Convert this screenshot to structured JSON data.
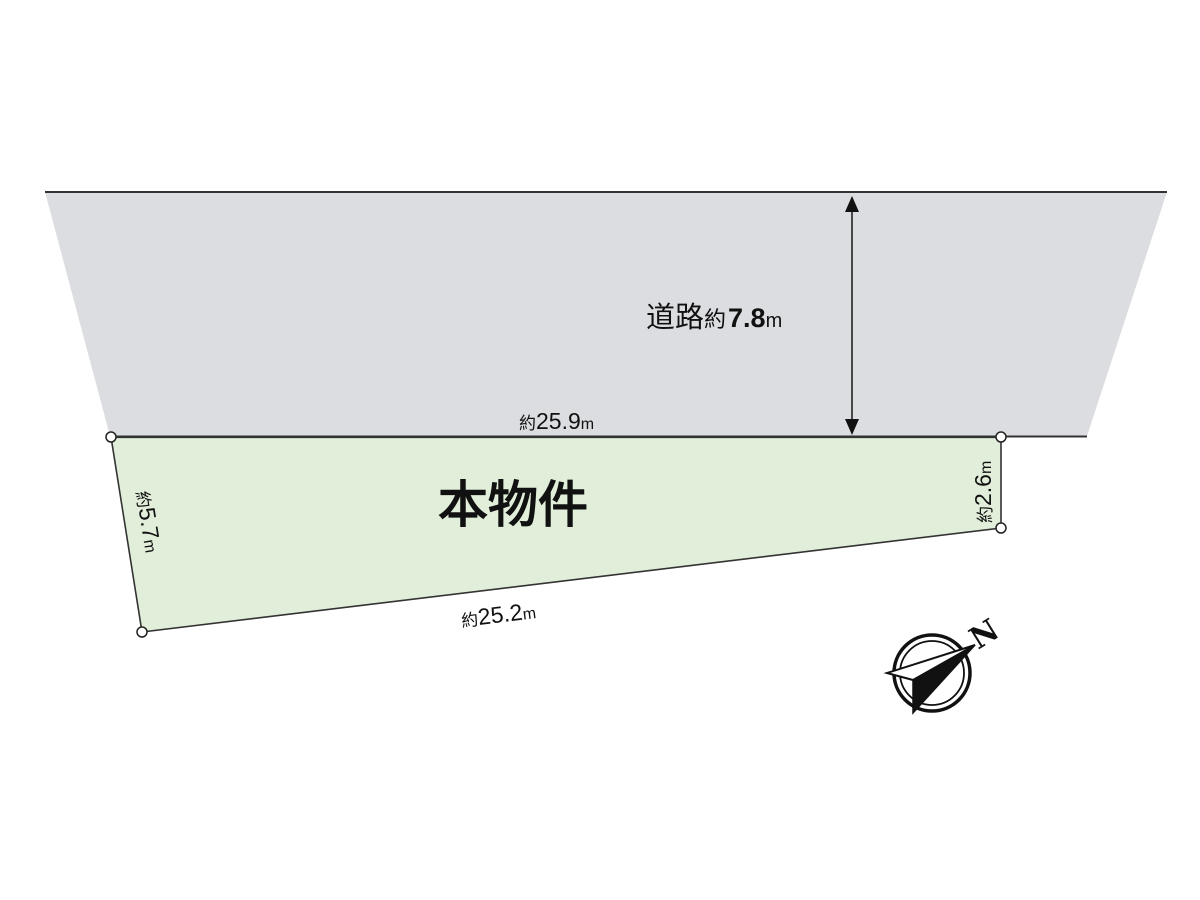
{
  "diagram": {
    "type": "site-plan",
    "colors": {
      "background": "#ffffff",
      "road_fill": "#dcdde0",
      "lot_fill": "#e1eed9",
      "line": "#333333",
      "text": "#111111"
    },
    "road": {
      "label_prefix": "道路",
      "label_approx": "約",
      "width_value": "7.8",
      "unit": "m"
    },
    "lot": {
      "label": "本物件",
      "edges": {
        "top": {
          "approx": "約",
          "value": "25.9",
          "unit": "m"
        },
        "left": {
          "approx": "約",
          "value": "5.7",
          "unit": "m"
        },
        "right": {
          "approx": "約",
          "value": "2.6",
          "unit": "m"
        },
        "bottom": {
          "approx": "約",
          "value": "25.2",
          "unit": "m"
        }
      }
    },
    "compass": {
      "icon": "north-arrow-icon",
      "label": "N"
    }
  }
}
